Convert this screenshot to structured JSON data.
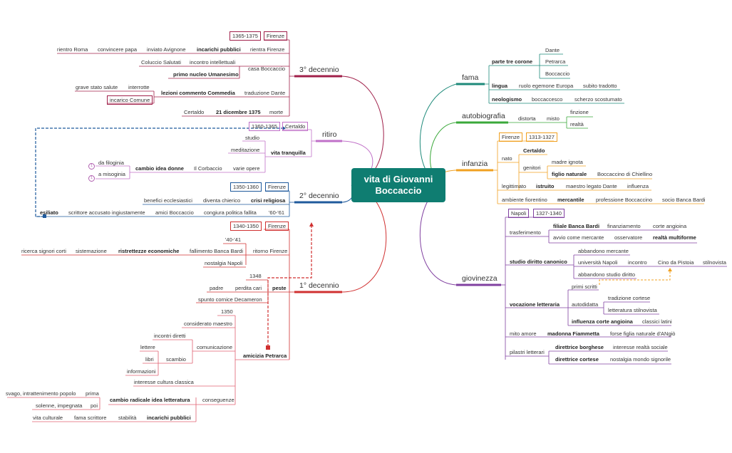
{
  "central": {
    "line1": "vita di Giovanni",
    "line2": "Boccaccio"
  },
  "branches": {
    "fama": "fama",
    "autobiografia": "autobiografia",
    "infanzia": "infanzia",
    "giovinezza": "giovinezza",
    "terzo_decennio": "3° decennio",
    "ritiro": "ritiro",
    "secondo_decennio": "2° decennio",
    "primo_decennio": "1° decennio"
  },
  "fama": {
    "parte_tre_corone": "parte tre corone",
    "dante": "Dante",
    "petrarca": "Petrarca",
    "boccaccio": "Boccaccio",
    "lingua": "lingua",
    "lingua_ruolo": "ruolo egemone Europa",
    "lingua_tradotto": "subito tradotto",
    "neologismo": "neologismo",
    "boccaccesco": "boccaccesco",
    "scherzo": "scherzo scostumato"
  },
  "autobiografia": {
    "distorta": "distorta",
    "misto": "misto",
    "finzione": "finzione",
    "realta": "realtà"
  },
  "infanzia": {
    "firenze": "Firenze",
    "anni": "1313-1327",
    "nato": "nato",
    "certaldo": "Certaldo",
    "genitori": "genitori",
    "madre": "madre ignota",
    "figlio_naturale": "figlio naturale",
    "boccaccino": "Boccaccino di Chiellino",
    "legittimato": "legittimato",
    "istruito": "istruito",
    "maestro": "maestro legato Dante",
    "influenza": "influenza",
    "ambiente": "ambiente fiorentino",
    "mercantile": "mercantile",
    "professione": "professione Boccaccino",
    "socio": "socio Banca Bardi"
  },
  "giovinezza": {
    "napoli": "Napoli",
    "anni": "1327-1340",
    "trasferimento": "trasferimento",
    "filiale": "filiale Banca Bardi",
    "finanziamento": "finanziamento",
    "corte_angioina": "corte angioina",
    "avvio": "avvio come mercante",
    "osservatore": "osservatore",
    "realta_multiforme": "realtà multiforme",
    "studio_diritto": "studio diritto canonico",
    "abbandono_mercante": "abbandono mercante",
    "universita": "università Napoli",
    "incontro": "incontro",
    "cino": "Cino da Pistoia",
    "stilnovista": "stilnovista",
    "abbandono_diritto": "abbandono studio diritto",
    "vocazione": "vocazione letteraria",
    "primi_scritti": "primi scritti",
    "autodidatta": "autodidatta",
    "tradizione": "tradizione cortese",
    "letteratura_stilnovista": "letteratura stilnovista",
    "influenza_corte": "influenza corte angioina",
    "classici": "classici latini",
    "mito_amore": "mito amore",
    "fiammetta": "madonna Fiammetta",
    "forse_figlia": "forse figlia naturale d'ANgiò",
    "pilastri": "pilastri letterari",
    "direttrice_borghese": "direttrice borghese",
    "interesse_realta": "interesse realtà sociale",
    "direttrice_cortese": "direttrice cortese",
    "nostalgia_signorile": "nostalgia mondo signorile"
  },
  "terzo": {
    "anni": "1365-1375",
    "firenze": "Firenze",
    "incarichi": "incarichi pubblici",
    "rientra": "rientra Firenze",
    "inviato": "inviato Avignone",
    "convincere": "convincere papa",
    "rientro_roma": "rientro Roma",
    "casa": "casa Boccaccio",
    "incontro_int": "incontro intellettuali",
    "coluccio": "Coluccio Salutati",
    "primo_nucleo": "primo nucleo Umanesimo",
    "traduzione": "traduzione Dante",
    "lezioni": "lezioni commento Commedia",
    "interrotte": "interrotte",
    "grave": "grave stato salute",
    "incarico_comune": "incarico Comune",
    "morte": "morte",
    "data_morte": "21 dicembre 1375",
    "certaldo": "Certaldo"
  },
  "ritiro": {
    "anni": "1360-1365",
    "certaldo": "Certaldo",
    "vita_tranquilla": "vita tranquilla",
    "studio": "studio",
    "meditazione": "meditazione",
    "varie_opere": "varie opere",
    "corbaccio": "Il Corbaccio",
    "cambio_idea": "cambio idea donne",
    "filoginia": "da filoginia",
    "misoginia": "a misoginia",
    "tag1": "1",
    "tag2": "1"
  },
  "secondo": {
    "anni": "1350-1360",
    "firenze": "Firenze",
    "crisi": "crisi religiosa",
    "diventa_chierico": "diventa chierico",
    "benefici": "benefici ecclesiastici",
    "anni6061": "'60-'61",
    "congiura": "congiura politica fallita",
    "amici": "amici Boccaccio",
    "scrittore": "scrittore accusato ingiustamente",
    "esiliato": "esiliato"
  },
  "primo": {
    "anni": "1340-1350",
    "firenze": "Firenze",
    "ritorno": "ritorno Firenze",
    "anni4041": "'40-'41",
    "fallimento": "fallimento Banca Bardi",
    "ristrettezze": "ristrettezze economiche",
    "sistemazione": "sistemazione",
    "ricerca": "ricerca signori corti",
    "nostalgia": "nostalgia Napoli",
    "peste": "peste",
    "anno1348": "1348",
    "perdita": "perdita cari",
    "padre": "padre",
    "spunto": "spunto cornice Decameron",
    "amicizia": "amicizia Petrarca",
    "anno1350": "1350",
    "considerato": "considerato maestro",
    "comunicazione": "comunicazione",
    "incontri": "incontri diretti",
    "lettere": "lettere",
    "libri": "libri",
    "scambio": "scambio",
    "informazioni": "informazioni",
    "conseguenze": "conseguenze",
    "interesse_cultura": "interesse cultura classica",
    "cambio_radicale": "cambio radicale idea letteratura",
    "prima": "prima",
    "svago": "svago, intrattenimento popolo",
    "poi": "poi",
    "solenne": "solenne, impegnata",
    "incarichi": "incarichi pubblici",
    "stabilita": "stabilità",
    "fama_scrittore": "fama scrittore",
    "vita_culturale": "vita culturale"
  },
  "colors": {
    "central": "#0f7d71",
    "fama": "#1e8a7a",
    "autobiografia": "#3aa83a",
    "infanzia": "#f0a020",
    "giovinezza": "#8040a0",
    "terzo": "#a0204a",
    "ritiro": "#c070c8",
    "secondo": "#1f5a9c",
    "primo": "#d03030",
    "primo_sub": "#e06070"
  }
}
